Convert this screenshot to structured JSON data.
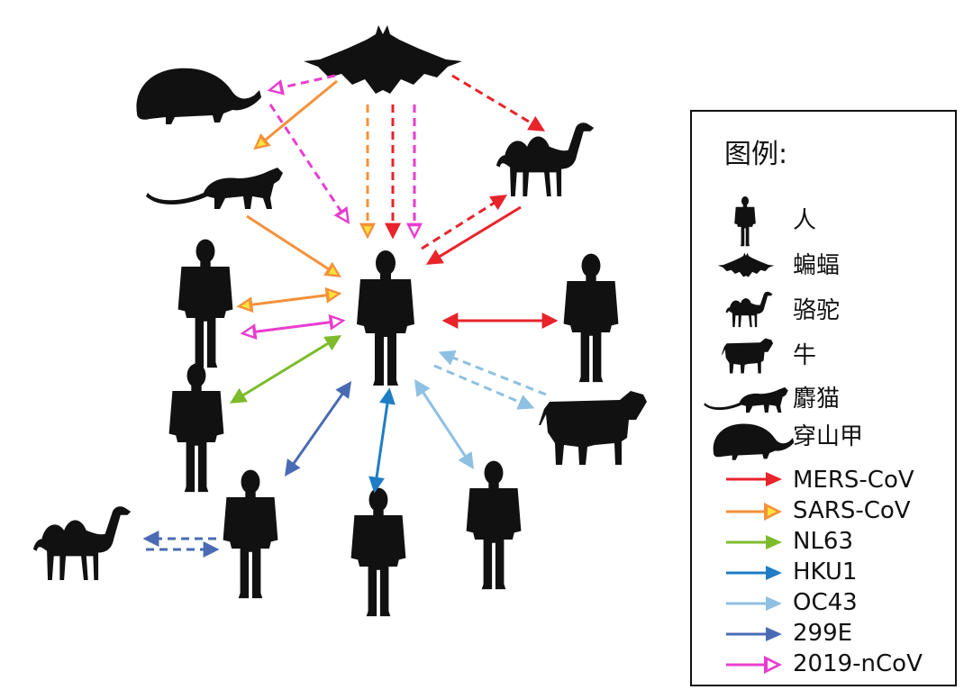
{
  "legend": {
    "title": "图例:",
    "animals": [
      {
        "key": "human",
        "label": "人",
        "icon": "human-icon"
      },
      {
        "key": "bat",
        "label": "蝙蝠",
        "icon": "bat-icon"
      },
      {
        "key": "camel",
        "label": "骆驼",
        "icon": "camel-icon"
      },
      {
        "key": "cow",
        "label": "牛",
        "icon": "cow-icon"
      },
      {
        "key": "civet",
        "label": "麝猫",
        "icon": "civet-icon"
      },
      {
        "key": "pangolin",
        "label": "穿山甲",
        "icon": "pangolin-icon"
      }
    ],
    "viruses": [
      {
        "label": "MERS-CoV",
        "color": "#e8232a",
        "style": "solid"
      },
      {
        "label": "SARS-CoV",
        "color": "#f4913b",
        "style": "hollow"
      },
      {
        "label": "NL63",
        "color": "#7dbb2c",
        "style": "solid"
      },
      {
        "label": "HKU1",
        "color": "#1e7dc4",
        "style": "solid"
      },
      {
        "label": "OC43",
        "color": "#8ec0e2",
        "style": "solid"
      },
      {
        "label": "299E",
        "color": "#4a6bb3",
        "style": "solid"
      },
      {
        "label": "2019-nCoV",
        "color": "#e93ccf",
        "style": "hollow"
      }
    ]
  }
}
